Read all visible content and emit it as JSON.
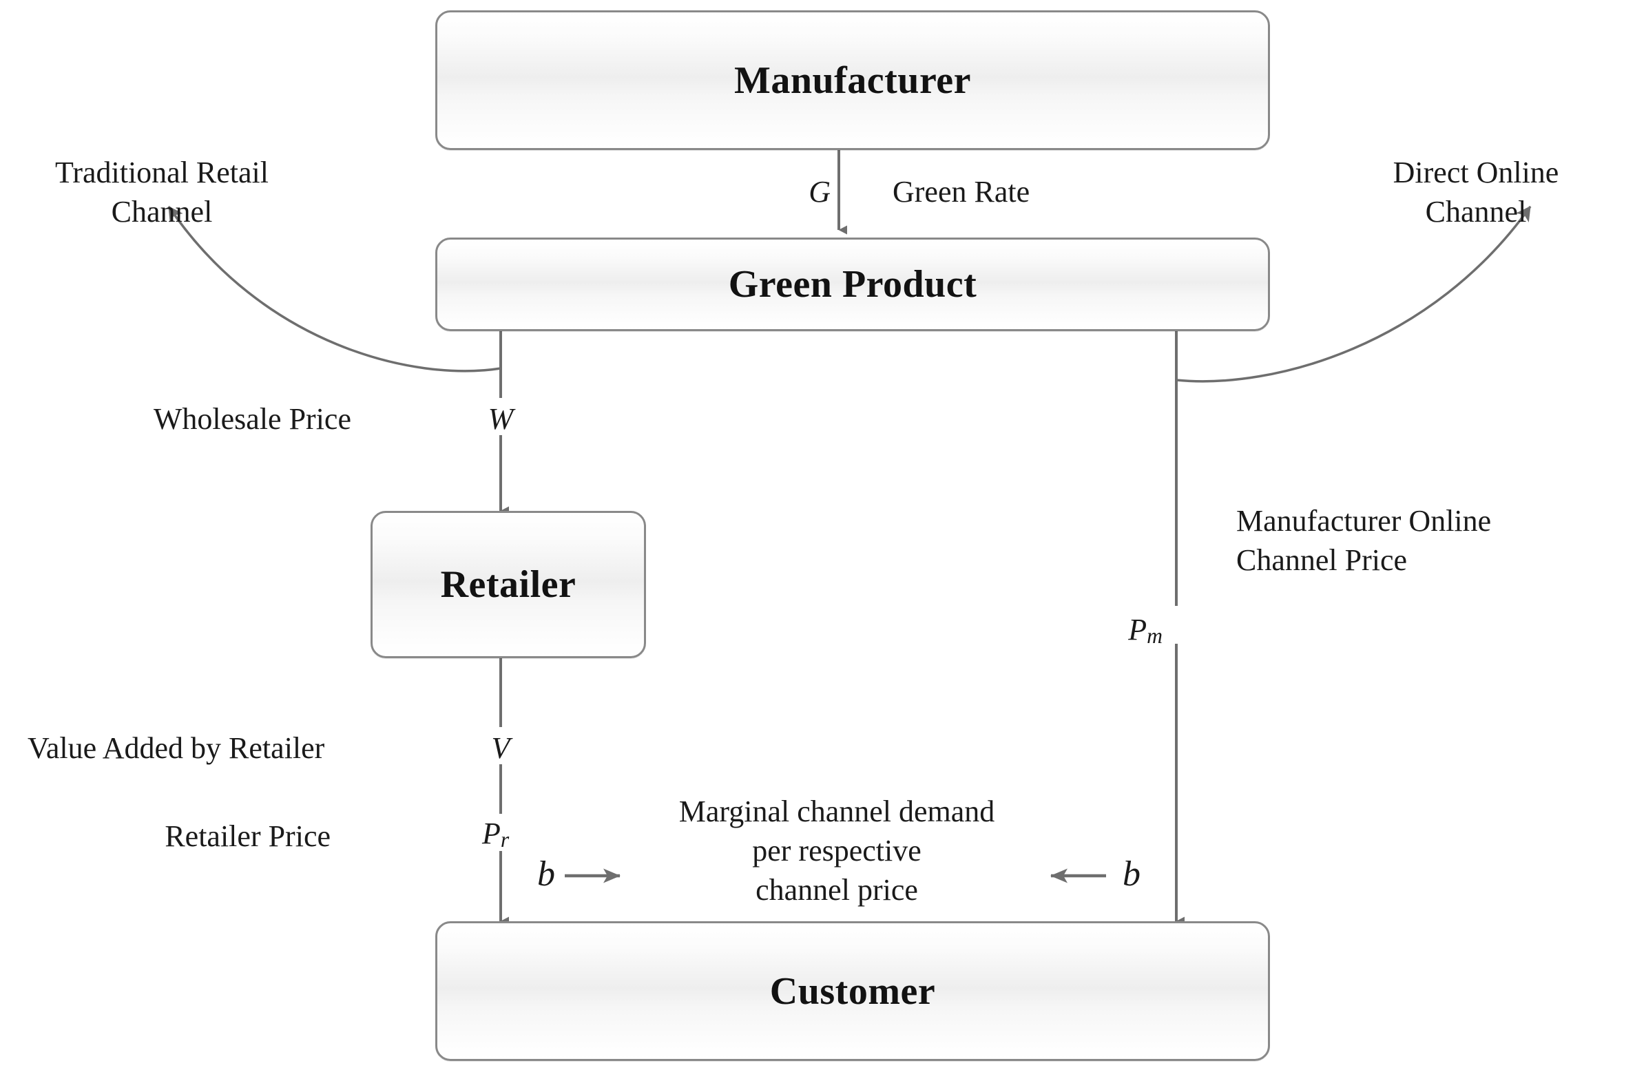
{
  "diagram": {
    "title": "Green Product Dual-Channel Supply Chain",
    "colors": {
      "node_border": "#898989",
      "node_fill_top": "#ffffff",
      "node_fill_mid": "#eeeeee",
      "line": "#6e6e6e",
      "text": "#1a1a1a"
    },
    "nodes": [
      {
        "id": "manufacturer",
        "label": "Manufacturer"
      },
      {
        "id": "green-product",
        "label": "Green Product"
      },
      {
        "id": "retailer",
        "label": "Retailer"
      },
      {
        "id": "customer",
        "label": "Customer"
      }
    ],
    "channel_labels": [
      {
        "id": "traditional-retail-channel",
        "line1": "Traditional Retail",
        "line2": "Channel"
      },
      {
        "id": "direct-online-channel",
        "line1": "Direct Online",
        "line2": "Channel"
      }
    ],
    "edge_labels": {
      "green_rate_symbol": "G",
      "green_rate_text": "Green Rate",
      "wholesale_price_text": "Wholesale Price",
      "wholesale_price_symbol": "W",
      "value_added_text": "Value Added by Retailer",
      "value_added_symbol": "V",
      "retailer_price_text": "Retailer Price",
      "retailer_price_symbol_base": "P",
      "retailer_price_symbol_sub": "r",
      "manufacturer_online_line1": "Manufacturer Online",
      "manufacturer_online_line2": "Channel Price",
      "manufacturer_online_symbol_base": "P",
      "manufacturer_online_symbol_sub": "m",
      "marginal_demand_line1": "Marginal channel demand",
      "marginal_demand_line2": "per respective",
      "marginal_demand_line3": "channel price",
      "sensitivity_left": "b",
      "sensitivity_right": "b"
    }
  }
}
